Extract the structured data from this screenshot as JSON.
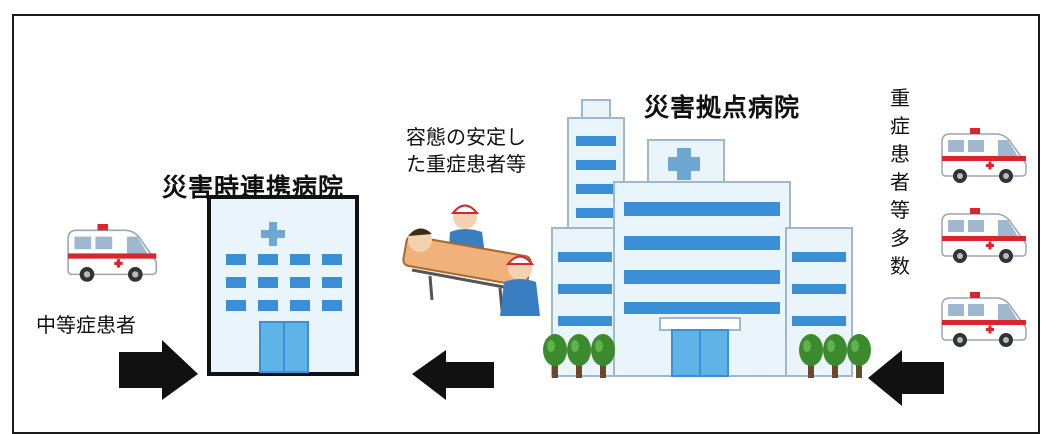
{
  "hospital_left": {
    "name": "災害時連携病院"
  },
  "hospital_right": {
    "name": "災害拠点病院"
  },
  "transfer": {
    "line1": "容態の安定し",
    "line2": "た重症患者等"
  },
  "incoming_left": {
    "label": "中等症患者"
  },
  "incoming_right": {
    "chars": [
      "重",
      "症",
      "患",
      "者",
      "等",
      "多",
      "数"
    ]
  },
  "colors": {
    "window_blue": "#3a8fd6",
    "building_light": "#eaf4fb",
    "cross": "#6fa7d3",
    "arrow": "#111111",
    "ambulance_red": "#d8262c",
    "tree_green": "#3b8a2e"
  },
  "icons": [
    "ambulance-icon",
    "left-arrow-icon",
    "hospital-building-icon",
    "stretcher-patient-icon",
    "tree-icon"
  ]
}
